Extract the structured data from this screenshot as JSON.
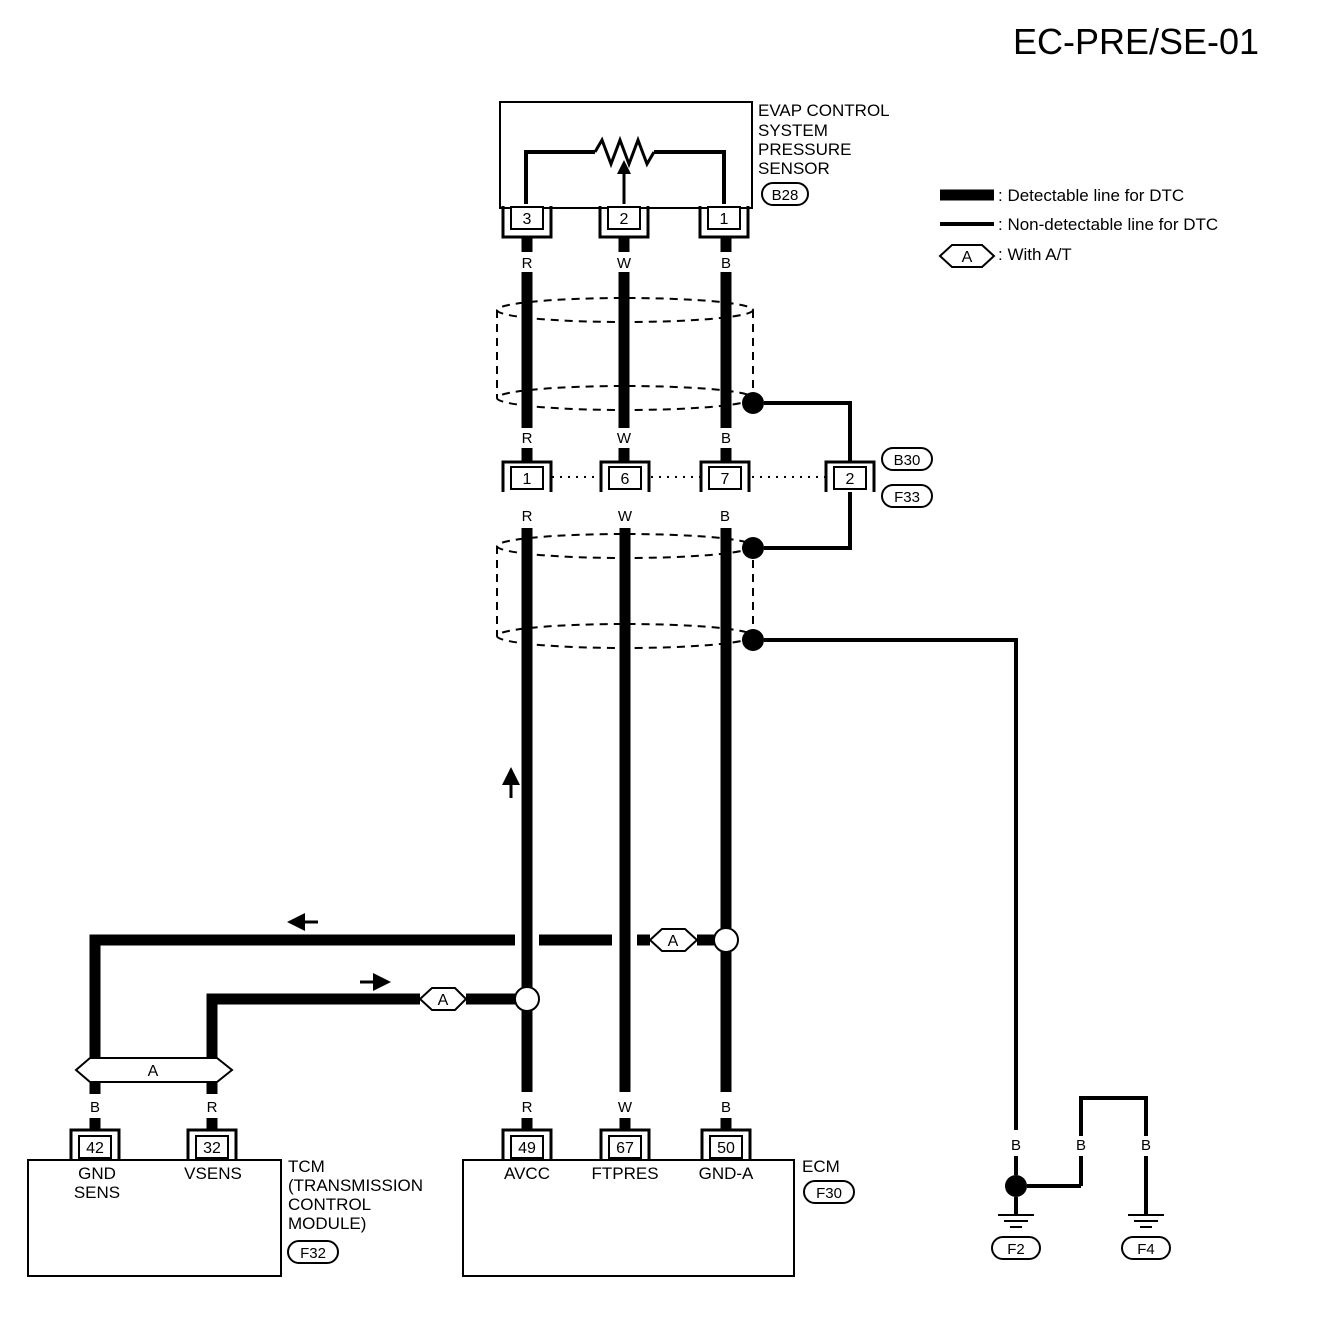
{
  "page_title": "EC-PRE/SE-01",
  "sensor": {
    "label_lines": [
      "EVAP CONTROL",
      "SYSTEM",
      "PRESSURE",
      "SENSOR"
    ],
    "connector": "B28",
    "pins": [
      "3",
      "2",
      "1"
    ]
  },
  "legend": {
    "detectable": ": Detectable line for DTC",
    "non_detectable": ": Non-detectable line for DTC",
    "with_at_symbol": "A",
    "with_at": ": With A/T"
  },
  "wire_colors": {
    "r": "R",
    "w": "W",
    "b": "B"
  },
  "joint_connector": {
    "pins": [
      "1",
      "6",
      "7",
      "2"
    ],
    "connector_top": "B30",
    "connector_bottom": "F33"
  },
  "option_marker": "A",
  "tcm": {
    "pins": [
      "42",
      "32"
    ],
    "terminals": [
      "GND",
      "SENS",
      "VSENS"
    ],
    "label_lines": [
      "TCM",
      "(TRANSMISSION",
      "CONTROL",
      "MODULE)"
    ],
    "connector": "F32"
  },
  "ecm": {
    "pins": [
      "49",
      "67",
      "50"
    ],
    "terminals": [
      "AVCC",
      "FTPRES",
      "GND-A"
    ],
    "label": "ECM",
    "connector": "F30"
  },
  "grounds": [
    "F2",
    "F4"
  ]
}
